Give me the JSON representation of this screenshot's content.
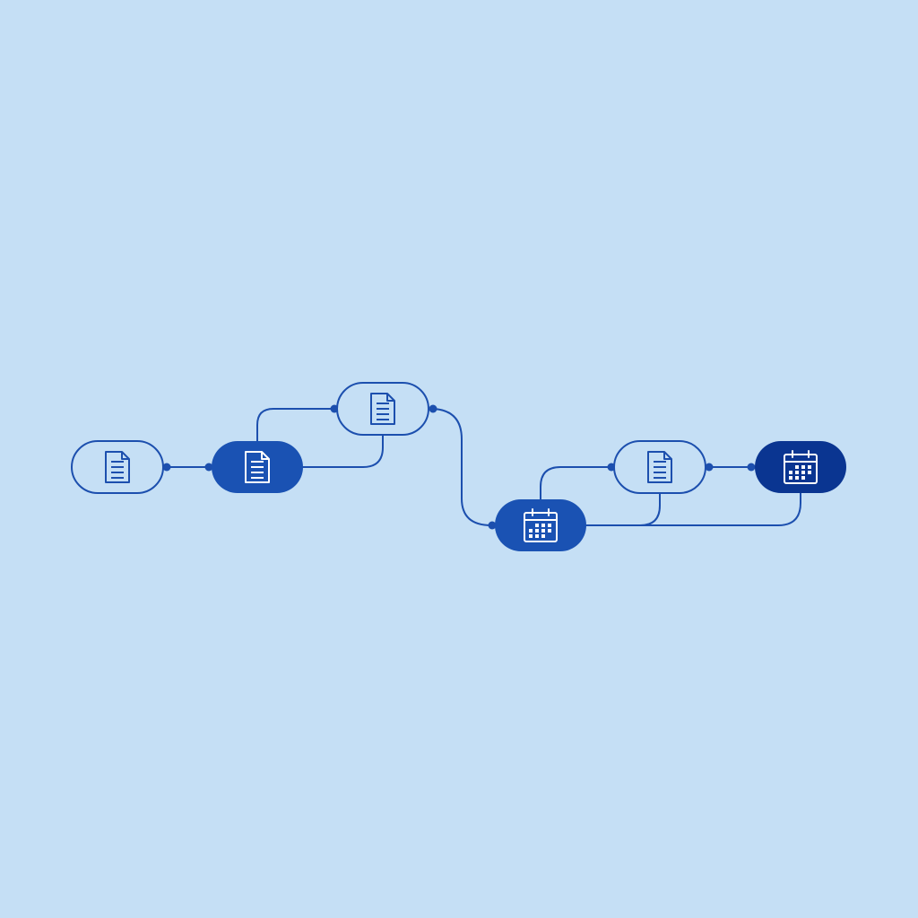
{
  "colors": {
    "background": "#c5dff5",
    "line": "#1c4fae",
    "node_outline": "#1c4fae",
    "node_fill_medium": "#1a52b3",
    "node_fill_dark": "#0a3591",
    "icon_on_fill": "#ffffff"
  },
  "nodes": [
    {
      "id": "n1",
      "icon": "document-icon",
      "style": "outline"
    },
    {
      "id": "n2",
      "icon": "document-icon",
      "style": "filled"
    },
    {
      "id": "n3",
      "icon": "document-icon",
      "style": "outline"
    },
    {
      "id": "n4",
      "icon": "calendar-icon",
      "style": "filled"
    },
    {
      "id": "n5",
      "icon": "document-icon",
      "style": "outline"
    },
    {
      "id": "n6",
      "icon": "calendar-icon",
      "style": "filled-dark"
    }
  ],
  "connections": [
    {
      "from": "n1",
      "to": "n2"
    },
    {
      "from": "n2",
      "to": "n3"
    },
    {
      "from": "n3",
      "to": "n2"
    },
    {
      "from": "n3",
      "to": "n4"
    },
    {
      "from": "n4",
      "to": "n5"
    },
    {
      "from": "n5",
      "to": "n4"
    },
    {
      "from": "n5",
      "to": "n6"
    },
    {
      "from": "n6",
      "to": "n4"
    }
  ]
}
